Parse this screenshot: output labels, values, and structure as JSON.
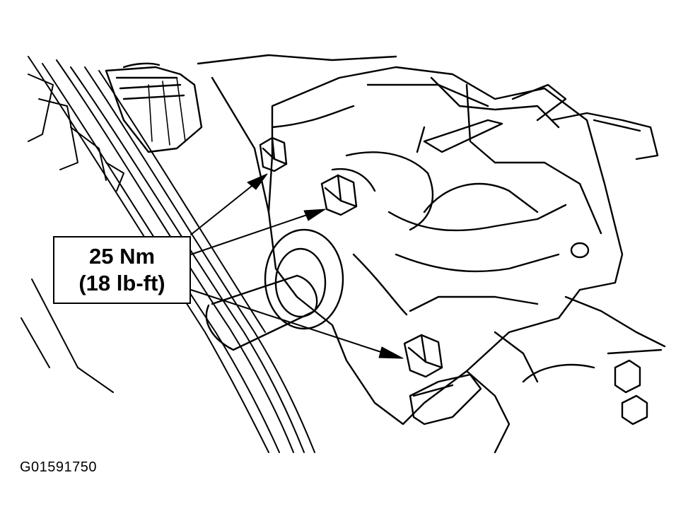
{
  "callout": {
    "torque_metric": "25 Nm",
    "torque_imperial": "(18 lb-ft)"
  },
  "figure_id": "G01591750",
  "colors": {
    "ink": "#000000",
    "paper": "#ffffff"
  }
}
